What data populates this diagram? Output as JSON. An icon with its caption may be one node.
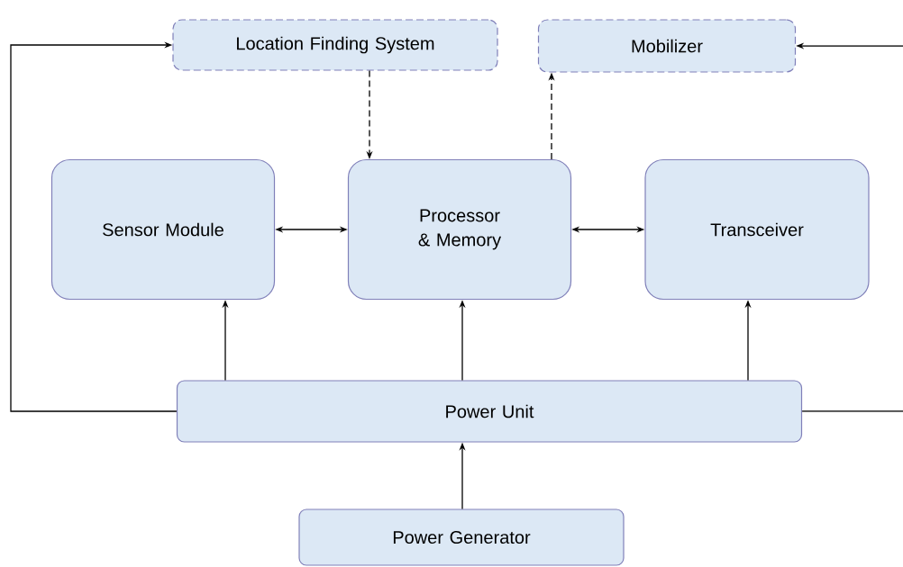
{
  "diagram": {
    "nodes": [
      {
        "text": [
          "Location Finding System"
        ]
      },
      {
        "text": [
          "Mobilizer"
        ]
      },
      {
        "text": [
          "Sensor Module"
        ]
      },
      {
        "text": [
          "Processor & Memory"
        ]
      },
      {
        "text": [
          "Transceiver"
        ]
      },
      {
        "text": [
          "Power Unit"
        ]
      },
      {
        "text": [
          "Power Generator"
        ]
      }
    ],
    "edges": [
      {
        "from": 0,
        "to": 3,
        "arrow": "to",
        "style": "dashed"
      },
      {
        "from": 3,
        "to": 1,
        "arrow": "to",
        "style": "dashed"
      },
      {
        "from": 2,
        "to": 3,
        "arrow": "both"
      },
      {
        "from": 3,
        "to": 4,
        "arrow": "both"
      },
      {
        "from": 5,
        "to": 2,
        "arrow": "to"
      },
      {
        "from": 5,
        "to": 3,
        "arrow": "to"
      },
      {
        "from": 5,
        "to": 4,
        "arrow": "to"
      },
      {
        "from": 6,
        "to": 5,
        "arrow": "to"
      },
      {
        "from": 5,
        "to": 0,
        "arrow": "to"
      },
      {
        "from": 5,
        "to": null,
        "arrow": "none"
      },
      {
        "from": null,
        "to": 1,
        "arrow": "to"
      }
    ]
  }
}
